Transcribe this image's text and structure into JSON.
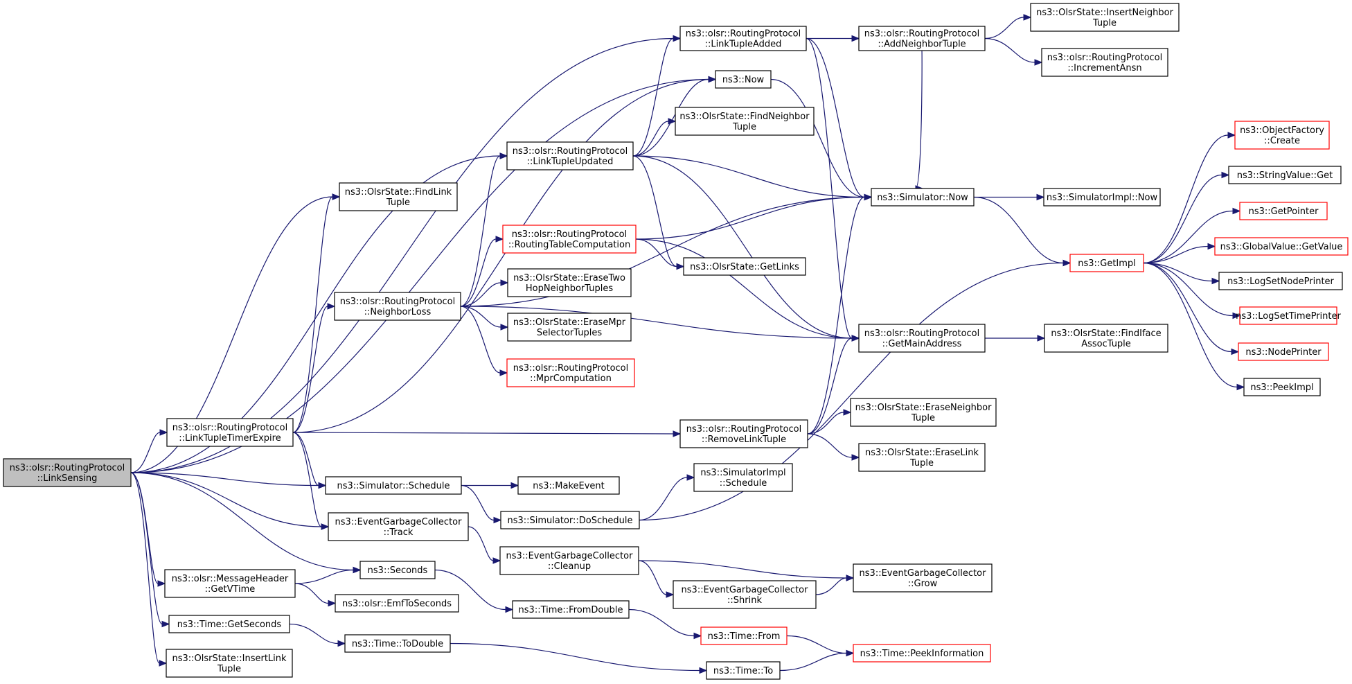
{
  "colors": {
    "edge": "#191970",
    "red_border": "#ff0000",
    "root_fill": "#bfbfbf"
  },
  "nodes": [
    {
      "id": "linkSensing",
      "lines": [
        "ns3::olsr::RoutingProtocol",
        "::LinkSensing"
      ],
      "root": true
    },
    {
      "id": "linkTupleAdded",
      "lines": [
        "ns3::olsr::RoutingProtocol",
        "::LinkTupleAdded"
      ]
    },
    {
      "id": "addNeighborTuple",
      "lines": [
        "ns3::olsr::RoutingProtocol",
        "::AddNeighborTuple"
      ]
    },
    {
      "id": "insertNeighborTuple",
      "lines": [
        "ns3::OlsrState::InsertNeighbor",
        "Tuple"
      ]
    },
    {
      "id": "incrementAnsn",
      "lines": [
        "ns3::olsr::RoutingProtocol",
        "::IncrementAnsn"
      ]
    },
    {
      "id": "now",
      "lines": [
        "ns3::Now"
      ]
    },
    {
      "id": "findNeighborTuple",
      "lines": [
        "ns3::OlsrState::FindNeighbor",
        "Tuple"
      ]
    },
    {
      "id": "linkTupleUpdated",
      "lines": [
        "ns3::olsr::RoutingProtocol",
        "::LinkTupleUpdated"
      ]
    },
    {
      "id": "findLinkTuple",
      "lines": [
        "ns3::OlsrState::FindLink",
        "Tuple"
      ]
    },
    {
      "id": "simulatorNow",
      "lines": [
        "ns3::Simulator::Now"
      ]
    },
    {
      "id": "simulatorImplNow",
      "lines": [
        "ns3::SimulatorImpl::Now"
      ]
    },
    {
      "id": "routingTableComputation",
      "lines": [
        "ns3::olsr::RoutingProtocol",
        "::RoutingTableComputation"
      ],
      "red": true
    },
    {
      "id": "getLinks",
      "lines": [
        "ns3::OlsrState::GetLinks"
      ]
    },
    {
      "id": "eraseTwoHop",
      "lines": [
        "ns3::OlsrState::EraseTwo",
        "HopNeighborTuples"
      ]
    },
    {
      "id": "neighborLoss",
      "lines": [
        "ns3::olsr::RoutingProtocol",
        "::NeighborLoss"
      ]
    },
    {
      "id": "eraseMprSelector",
      "lines": [
        "ns3::OlsrState::EraseMpr",
        "SelectorTuples"
      ]
    },
    {
      "id": "mprComputation",
      "lines": [
        "ns3::olsr::RoutingProtocol",
        "::MprComputation"
      ],
      "red": true
    },
    {
      "id": "getMainAddress",
      "lines": [
        "ns3::olsr::RoutingProtocol",
        "::GetMainAddress"
      ]
    },
    {
      "id": "findIfaceAssoc",
      "lines": [
        "ns3::OlsrState::FindIface",
        "AssocTuple"
      ]
    },
    {
      "id": "linkTupleTimerExpire",
      "lines": [
        "ns3::olsr::RoutingProtocol",
        "::LinkTupleTimerExpire"
      ]
    },
    {
      "id": "removeLinkTuple",
      "lines": [
        "ns3::olsr::RoutingProtocol",
        "::RemoveLinkTuple"
      ]
    },
    {
      "id": "eraseNeighborTuple",
      "lines": [
        "ns3::OlsrState::EraseNeighbor",
        "Tuple"
      ]
    },
    {
      "id": "eraseLinkTuple",
      "lines": [
        "ns3::OlsrState::EraseLink",
        "Tuple"
      ]
    },
    {
      "id": "simulatorSchedule",
      "lines": [
        "ns3::Simulator::Schedule"
      ]
    },
    {
      "id": "makeEvent",
      "lines": [
        "ns3::MakeEvent"
      ]
    },
    {
      "id": "simulatorImplSchedule",
      "lines": [
        "ns3::SimulatorImpl",
        "::Schedule"
      ]
    },
    {
      "id": "doSchedule",
      "lines": [
        "ns3::Simulator::DoSchedule"
      ]
    },
    {
      "id": "egcTrack",
      "lines": [
        "ns3::EventGarbageCollector",
        "::Track"
      ]
    },
    {
      "id": "egcCleanup",
      "lines": [
        "ns3::EventGarbageCollector",
        "::Cleanup"
      ]
    },
    {
      "id": "egcGrow",
      "lines": [
        "ns3::EventGarbageCollector",
        "::Grow"
      ]
    },
    {
      "id": "egcShrink",
      "lines": [
        "ns3::EventGarbageCollector",
        "::Shrink"
      ]
    },
    {
      "id": "seconds",
      "lines": [
        "ns3::Seconds"
      ]
    },
    {
      "id": "getVTime",
      "lines": [
        "ns3::olsr::MessageHeader",
        "::GetVTime"
      ]
    },
    {
      "id": "emfToSeconds",
      "lines": [
        "ns3::olsr::EmfToSeconds"
      ]
    },
    {
      "id": "fromDouble",
      "lines": [
        "ns3::Time::FromDouble"
      ]
    },
    {
      "id": "timeGetSeconds",
      "lines": [
        "ns3::Time::GetSeconds"
      ]
    },
    {
      "id": "toDouble",
      "lines": [
        "ns3::Time::ToDouble"
      ]
    },
    {
      "id": "timeFrom",
      "lines": [
        "ns3::Time::From"
      ],
      "red": true
    },
    {
      "id": "peekInformation",
      "lines": [
        "ns3::Time::PeekInformation"
      ],
      "red": true
    },
    {
      "id": "insertLinkTuple",
      "lines": [
        "ns3::OlsrState::InsertLink",
        "Tuple"
      ]
    },
    {
      "id": "timeTo",
      "lines": [
        "ns3::Time::To"
      ]
    },
    {
      "id": "getImpl",
      "lines": [
        "ns3::GetImpl"
      ],
      "red": true
    },
    {
      "id": "objectFactoryCreate",
      "lines": [
        "ns3::ObjectFactory",
        "::Create"
      ],
      "red": true
    },
    {
      "id": "stringValueGet",
      "lines": [
        "ns3::StringValue::Get"
      ]
    },
    {
      "id": "getPointer",
      "lines": [
        "ns3::GetPointer"
      ],
      "red": true
    },
    {
      "id": "globalValueGetValue",
      "lines": [
        "ns3::GlobalValue::GetValue"
      ],
      "red": true
    },
    {
      "id": "logSetNodePrinter",
      "lines": [
        "ns3::LogSetNodePrinter"
      ]
    },
    {
      "id": "logSetTimePrinter",
      "lines": [
        "ns3::LogSetTimePrinter"
      ],
      "red": true
    },
    {
      "id": "nodePrinter",
      "lines": [
        "ns3::NodePrinter"
      ],
      "red": true
    },
    {
      "id": "peekImpl",
      "lines": [
        "ns3::PeekImpl"
      ]
    }
  ],
  "edges": [
    [
      "linkSensing",
      "linkTupleAdded"
    ],
    [
      "linkSensing",
      "now"
    ],
    [
      "linkSensing",
      "linkTupleUpdated"
    ],
    [
      "linkSensing",
      "findLinkTuple"
    ],
    [
      "linkSensing",
      "linkTupleTimerExpire"
    ],
    [
      "linkSensing",
      "simulatorSchedule"
    ],
    [
      "linkSensing",
      "egcTrack"
    ],
    [
      "linkSensing",
      "seconds"
    ],
    [
      "linkSensing",
      "getVTime"
    ],
    [
      "linkSensing",
      "timeGetSeconds"
    ],
    [
      "linkSensing",
      "insertLinkTuple"
    ],
    [
      "linkTupleAdded",
      "addNeighborTuple"
    ],
    [
      "linkTupleAdded",
      "simulatorNow"
    ],
    [
      "linkTupleAdded",
      "getMainAddress"
    ],
    [
      "addNeighborTuple",
      "insertNeighborTuple"
    ],
    [
      "addNeighborTuple",
      "incrementAnsn"
    ],
    [
      "addNeighborTuple",
      "simulatorNow"
    ],
    [
      "now",
      "simulatorNow"
    ],
    [
      "linkTupleUpdated",
      "linkTupleAdded"
    ],
    [
      "linkTupleUpdated",
      "now"
    ],
    [
      "linkTupleUpdated",
      "findNeighborTuple"
    ],
    [
      "linkTupleUpdated",
      "simulatorNow"
    ],
    [
      "linkTupleUpdated",
      "getLinks"
    ],
    [
      "linkTupleUpdated",
      "getMainAddress"
    ],
    [
      "simulatorNow",
      "simulatorImplNow"
    ],
    [
      "simulatorNow",
      "getImpl"
    ],
    [
      "routingTableComputation",
      "getLinks"
    ],
    [
      "routingTableComputation",
      "simulatorNow"
    ],
    [
      "routingTableComputation",
      "getMainAddress"
    ],
    [
      "neighborLoss",
      "linkTupleUpdated"
    ],
    [
      "neighborLoss",
      "simulatorNow"
    ],
    [
      "neighborLoss",
      "routingTableComputation"
    ],
    [
      "neighborLoss",
      "eraseTwoHop"
    ],
    [
      "neighborLoss",
      "eraseMprSelector"
    ],
    [
      "neighborLoss",
      "mprComputation"
    ],
    [
      "neighborLoss",
      "getMainAddress"
    ],
    [
      "getMainAddress",
      "findIfaceAssoc"
    ],
    [
      "linkTupleTimerExpire",
      "findLinkTuple"
    ],
    [
      "linkTupleTimerExpire",
      "now"
    ],
    [
      "linkTupleTimerExpire",
      "neighborLoss"
    ],
    [
      "linkTupleTimerExpire",
      "removeLinkTuple"
    ],
    [
      "linkTupleTimerExpire",
      "simulatorSchedule"
    ],
    [
      "linkTupleTimerExpire",
      "egcTrack"
    ],
    [
      "removeLinkTuple",
      "simulatorNow"
    ],
    [
      "removeLinkTuple",
      "getMainAddress"
    ],
    [
      "removeLinkTuple",
      "eraseNeighborTuple"
    ],
    [
      "removeLinkTuple",
      "eraseLinkTuple"
    ],
    [
      "simulatorSchedule",
      "makeEvent"
    ],
    [
      "simulatorSchedule",
      "doSchedule"
    ],
    [
      "doSchedule",
      "simulatorImplSchedule"
    ],
    [
      "doSchedule",
      "getImpl"
    ],
    [
      "egcTrack",
      "egcCleanup"
    ],
    [
      "egcCleanup",
      "egcGrow"
    ],
    [
      "egcCleanup",
      "egcShrink"
    ],
    [
      "egcShrink",
      "egcGrow"
    ],
    [
      "getVTime",
      "seconds"
    ],
    [
      "getVTime",
      "emfToSeconds"
    ],
    [
      "seconds",
      "fromDouble"
    ],
    [
      "fromDouble",
      "timeFrom"
    ],
    [
      "timeFrom",
      "peekInformation"
    ],
    [
      "timeGetSeconds",
      "toDouble"
    ],
    [
      "toDouble",
      "timeTo"
    ],
    [
      "timeTo",
      "peekInformation"
    ],
    [
      "getImpl",
      "objectFactoryCreate"
    ],
    [
      "getImpl",
      "stringValueGet"
    ],
    [
      "getImpl",
      "getPointer"
    ],
    [
      "getImpl",
      "globalValueGetValue"
    ],
    [
      "getImpl",
      "logSetNodePrinter"
    ],
    [
      "getImpl",
      "logSetTimePrinter"
    ],
    [
      "getImpl",
      "nodePrinter"
    ],
    [
      "getImpl",
      "peekImpl"
    ]
  ]
}
